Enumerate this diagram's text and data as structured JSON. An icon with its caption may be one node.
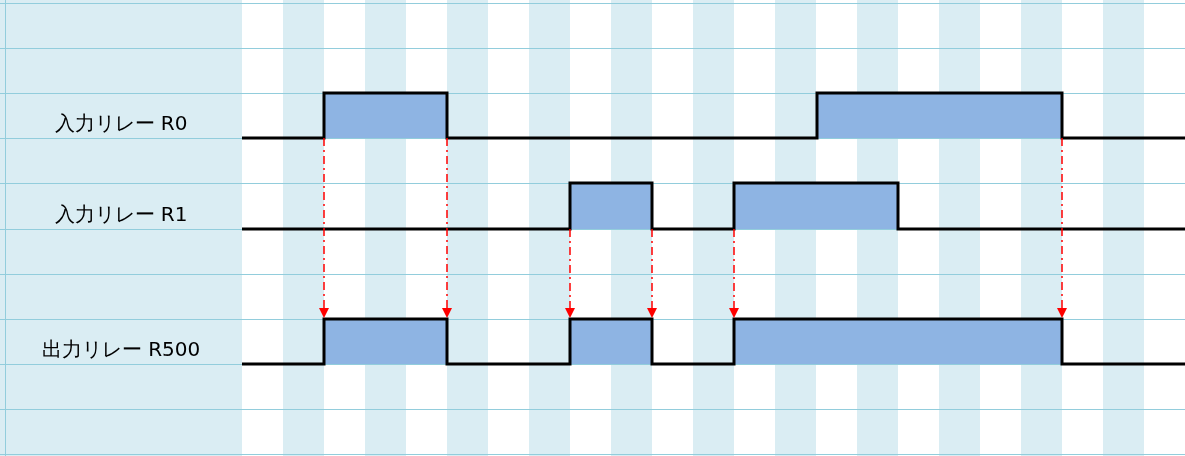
{
  "diagram": {
    "nodes": [
      {
        "text": [],
        "shape": "bar"
      },
      {
        "text": [],
        "shape": "bar"
      },
      {
        "text": [],
        "shape": "bar"
      },
      {
        "text": [],
        "shape": "bar"
      },
      {
        "text": [],
        "shape": "bar"
      },
      {
        "text": [],
        "shape": "bar"
      },
      {
        "text": [],
        "shape": "bar"
      }
    ],
    "edges": [
      {
        "from": 0,
        "to": 4,
        "arrow": "to",
        "style": "dashed",
        "color": "#ff0000"
      },
      {
        "from": 0,
        "to": 4,
        "arrow": "to",
        "style": "dashed",
        "color": "#ff0000"
      },
      {
        "from": 2,
        "to": 5,
        "arrow": "to",
        "style": "dashed",
        "color": "#ff0000"
      },
      {
        "from": 2,
        "to": 5,
        "arrow": "to",
        "style": "dashed",
        "color": "#ff0000"
      },
      {
        "from": 3,
        "to": 6,
        "arrow": "to",
        "style": "dashed",
        "color": "#ff0000"
      },
      {
        "from": 1,
        "to": 6,
        "arrow": "to",
        "style": "dashed",
        "color": "#ff0000"
      }
    ],
    "labels": [
      "入力リレー R0",
      "入力リレー R1",
      "出力リレー R500"
    ]
  }
}
